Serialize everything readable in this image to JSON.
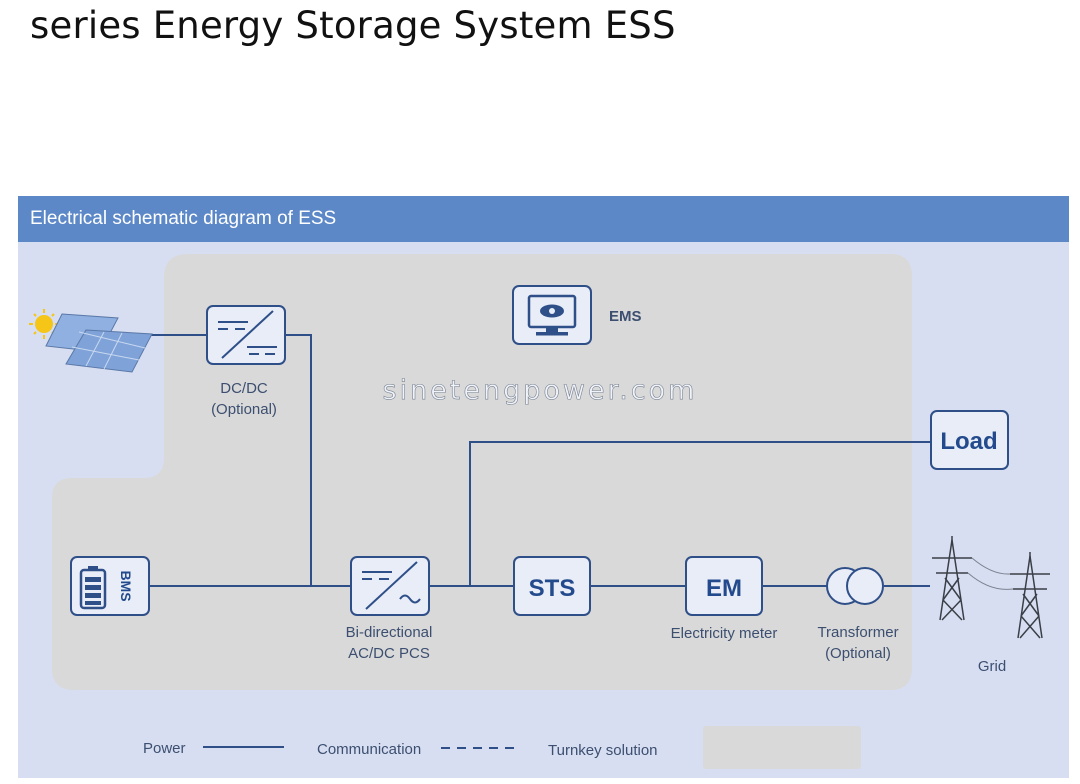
{
  "page": {
    "title": "series Energy Storage System ESS"
  },
  "panel": {
    "header": "Electrical schematic diagram of ESS"
  },
  "nodes": {
    "ems": "EMS",
    "dcdc_line1": "DC/DC",
    "dcdc_line2": "(Optional)",
    "bms": "BMS",
    "pcs_line1": "Bi-directional",
    "pcs_line2": "AC/DC PCS",
    "sts": "STS",
    "em": "EM",
    "em_caption": "Electricity meter",
    "transformer_line1": "Transformer",
    "transformer_line2": "(Optional)",
    "load": "Load",
    "grid": "Grid"
  },
  "watermark": "sinetengpower.com",
  "legend": {
    "power": "Power",
    "communication": "Communication",
    "turnkey": "Turnkey solution"
  },
  "colors": {
    "header": "#5d88c8",
    "panel_bg": "#d7def1",
    "turnkey_bg": "#d9d9d9",
    "line": "#2f4f88",
    "box_fill": "#e8edf8"
  }
}
